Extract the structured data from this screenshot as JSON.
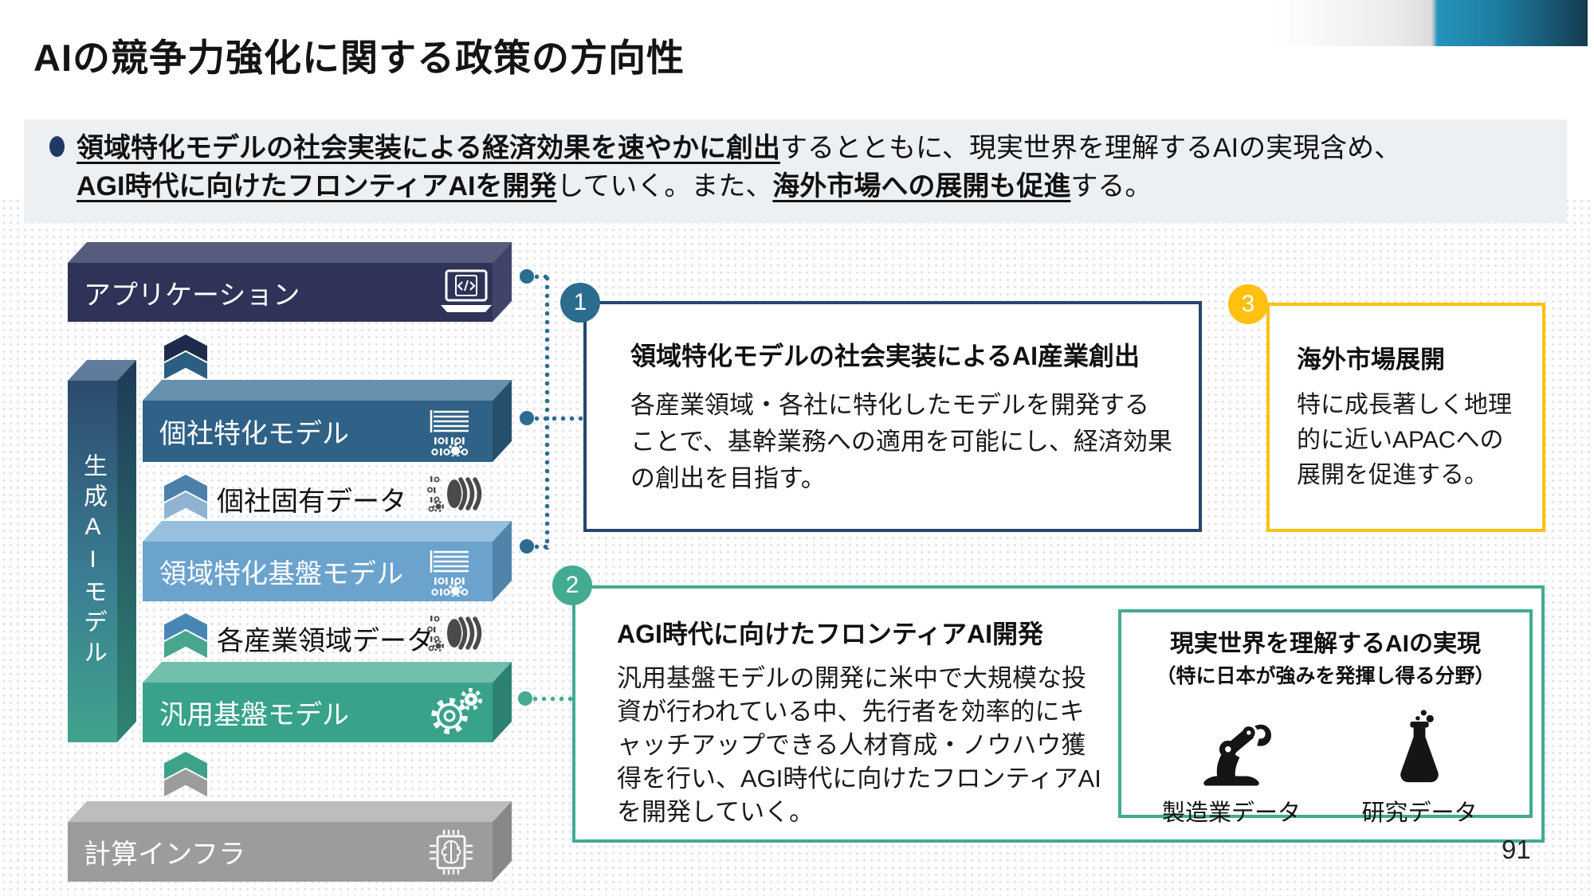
{
  "header": {
    "title": "AIの競争力強化に関する政策の方向性"
  },
  "summary": {
    "line1_strong": "領域特化モデルの社会実装による経済効果を速やかに創出",
    "line1_rest": "するとともに、現実世界を理解するAIの実現含め、",
    "line2_strong1": "AGI時代に向けたフロンティアAIを開発",
    "line2_mid": "していく。また、",
    "line2_strong2": "海外市場への展開も促進",
    "line2_end": "する。"
  },
  "stack": {
    "side_label": "生成AIモデル",
    "layers": [
      {
        "label": "アプリケーション",
        "icon": "laptop-code-icon",
        "color": "#2E3357"
      },
      {
        "label": "個社特化モデル",
        "icon": "model-document-icon",
        "color": "#2F6286"
      },
      {
        "label": "領域特化基盤モデル",
        "icon": "model-document-icon",
        "color": "#6BA3CD"
      },
      {
        "label": "汎用基盤モデル",
        "icon": "gears-icon",
        "color": "#39A28B"
      },
      {
        "label": "計算インフラ",
        "icon": "chip-brain-icon",
        "color": "#9C9C9C"
      }
    ],
    "data_rows": [
      {
        "label": "個社固有データ",
        "icon": "database-binary-icon"
      },
      {
        "label": "各産業領域データ",
        "icon": "database-binary-icon"
      }
    ]
  },
  "callouts": {
    "c1": {
      "num": "1",
      "title": "領域特化モデルの社会実装によるAI産業創出",
      "body": "各産業領域・各社に特化したモデルを開発することで、基幹業務への適用を可能にし、経済効果の創出を目指す。",
      "accent": "#24476B"
    },
    "c2": {
      "num": "2",
      "title": "AGI時代に向けたフロンティアAI開発",
      "body": "汎用基盤モデルの開発に米中で大規模な投資が行われている中、先行者を効率的にキャッチアップできる人材育成・ノウハウ獲得を行い、AGI時代に向けたフロンティアAIを開発していく。",
      "accent": "#43AB92",
      "inner": {
        "title": "現実世界を理解するAIの実現",
        "subtitle": "（特に日本が強みを発揮し得る分野）",
        "items": [
          {
            "label": "製造業データ",
            "icon": "robot-arm-icon"
          },
          {
            "label": "研究データ",
            "icon": "flask-icon"
          }
        ]
      }
    },
    "c3": {
      "num": "3",
      "title": "海外市場展開",
      "body": "特に成長著しく地理的に近いAPACへの展開を促進する。",
      "accent": "#FFC010"
    }
  },
  "page_number": "91",
  "colors": {
    "connector_blue": "#2B6C8F",
    "connector_green": "#43AB92",
    "summary_bg": "#EDF0F3",
    "header_gradient_blue": "#2493BA",
    "bullet": "#1F3864"
  }
}
